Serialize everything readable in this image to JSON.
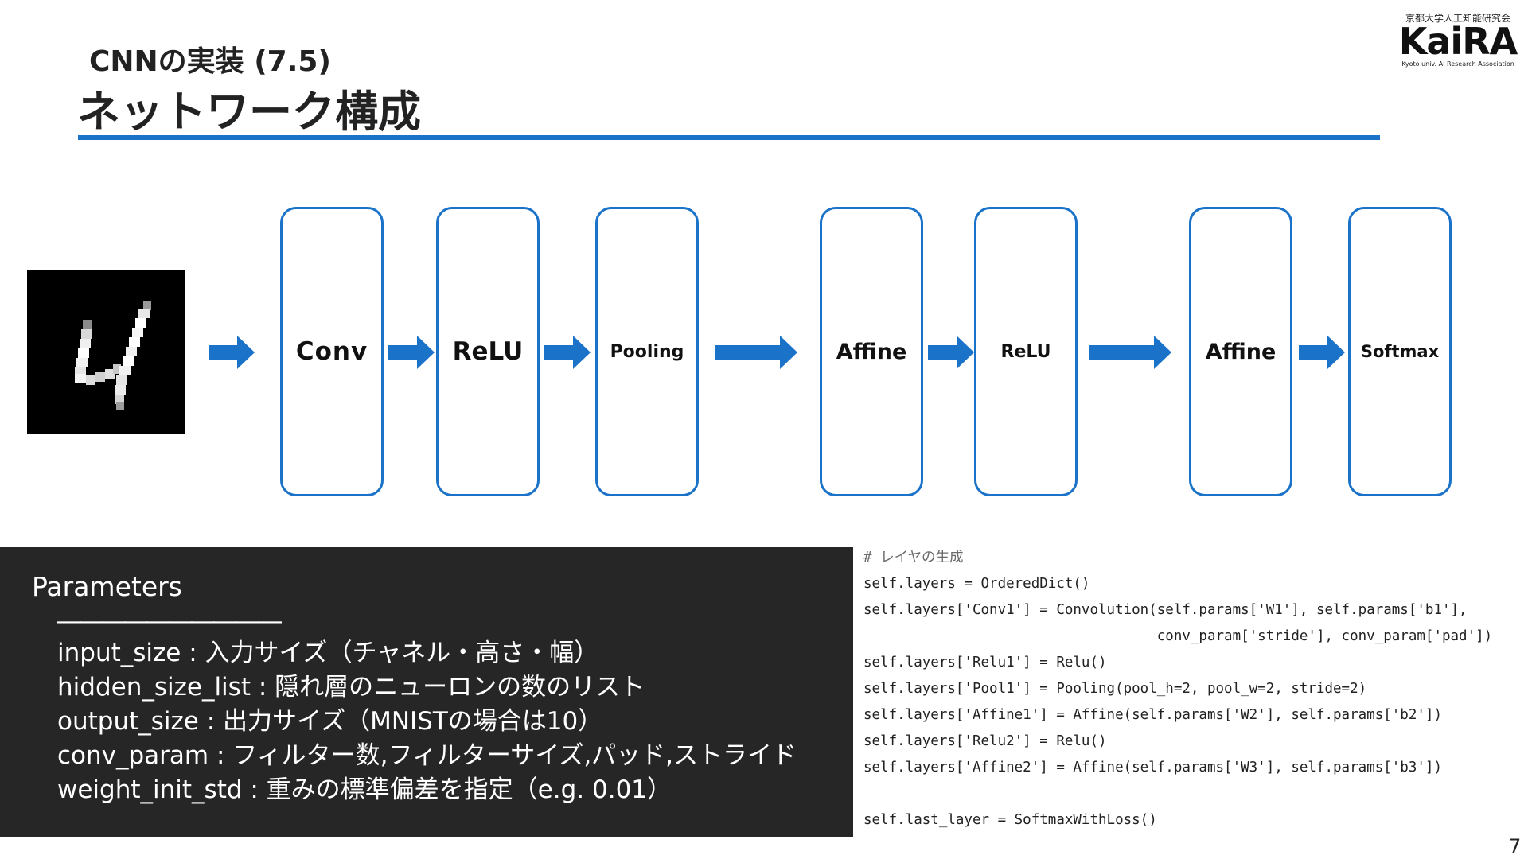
{
  "header": {
    "subtitle": "CNNの実装 (7.5)",
    "title": "ネットワーク構成"
  },
  "logo": {
    "top_text": "京都大学人工知能研究会",
    "main_text": "KaiRA",
    "bottom_text": "Kyoto univ. AI Research Association"
  },
  "input_image": {
    "description_icon": "mnist-digit-4-image"
  },
  "network": {
    "layers": [
      {
        "label": "Conv"
      },
      {
        "label": "ReLU"
      },
      {
        "label": "Pooling"
      },
      {
        "label": "Affine"
      },
      {
        "label": "ReLU"
      },
      {
        "label": "Affine"
      },
      {
        "label": "Softmax"
      }
    ],
    "arrow_color": "#1a73c8",
    "box_border_color": "#1a73c8"
  },
  "parameters": {
    "heading": "Parameters",
    "divider": "――――――――――",
    "items": [
      "input_size : 入力サイズ（チャネル・高さ・幅）",
      "hidden_size_list : 隠れ層のニューロンの数のリスト",
      "output_size : 出力サイズ（MNISTの場合は10）",
      "conv_param : フィルター数,フィルターサイズ,パッド,ストライド",
      "weight_init_std : 重みの標準偏差を指定（e.g. 0.01）"
    ]
  },
  "code": {
    "comment": "# レイヤの生成",
    "lines": [
      "self.layers = OrderedDict()",
      "self.layers['Conv1'] = Convolution(self.params['W1'], self.params['b1'],",
      "                                   conv_param['stride'], conv_param['pad'])",
      "self.layers['Relu1'] = Relu()",
      "self.layers['Pool1'] = Pooling(pool_h=2, pool_w=2, stride=2)",
      "self.layers['Affine1'] = Affine(self.params['W2'], self.params['b2'])",
      "self.layers['Relu2'] = Relu()",
      "self.layers['Affine2'] = Affine(self.params['W3'], self.params['b3'])",
      "",
      "self.last_layer = SoftmaxWithLoss()"
    ]
  },
  "page_number": "7"
}
